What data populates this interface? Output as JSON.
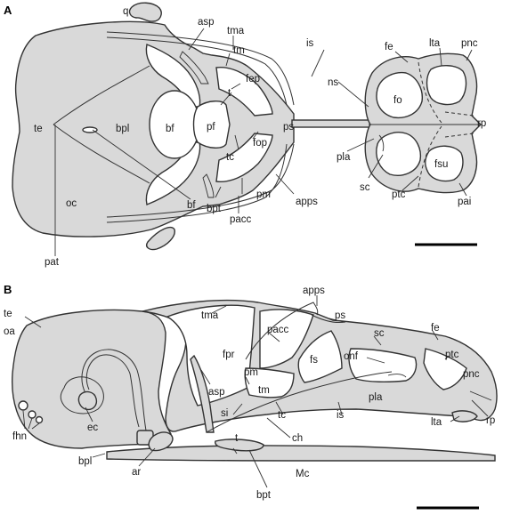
{
  "panels": [
    {
      "letter": "A",
      "labels": {
        "q": "q",
        "asp": "asp",
        "tma": "tma",
        "tm": "tm",
        "fep": "fep",
        "is": "is",
        "fe": "fe",
        "lta": "lta",
        "pnc": "pnc",
        "ns": "ns",
        "fo": "fo",
        "rp": "rp",
        "te": "te",
        "bpl": "bpl",
        "bf_center": "bf",
        "pf": "pf",
        "t": "t",
        "ps": "ps",
        "fop": "fop",
        "tc": "tc",
        "pla": "pla",
        "fsu": "fsu",
        "sc": "sc",
        "ptc": "ptc",
        "pai": "pai",
        "oc": "oc",
        "bf_pointer": "bf",
        "bpt": "bpt",
        "pm": "pm",
        "apps": "apps",
        "pacc": "pacc",
        "pat": "pat"
      }
    },
    {
      "letter": "B",
      "labels": {
        "te": "te",
        "oa": "oa",
        "tma": "tma",
        "apps": "apps",
        "ps": "ps",
        "pacc": "pacc",
        "fe": "fe",
        "sc": "sc",
        "fpr": "fpr",
        "fs": "fs",
        "onf": "onf",
        "ptc": "ptc",
        "pnc": "pnc",
        "pm": "pm",
        "asp": "asp",
        "tm": "tm",
        "pla": "pla",
        "si": "si",
        "tc": "tc",
        "is": "is",
        "lta": "lta",
        "rp": "rp",
        "ec": "ec",
        "ch": "ch",
        "fhn": "fhn",
        "t": "t",
        "bpl": "bpl",
        "ar": "ar",
        "mc": "Mc",
        "bpt": "bpt"
      }
    }
  ],
  "colors": {
    "fill": "#d9d9d9",
    "outline": "#333333",
    "background": "#ffffff"
  }
}
